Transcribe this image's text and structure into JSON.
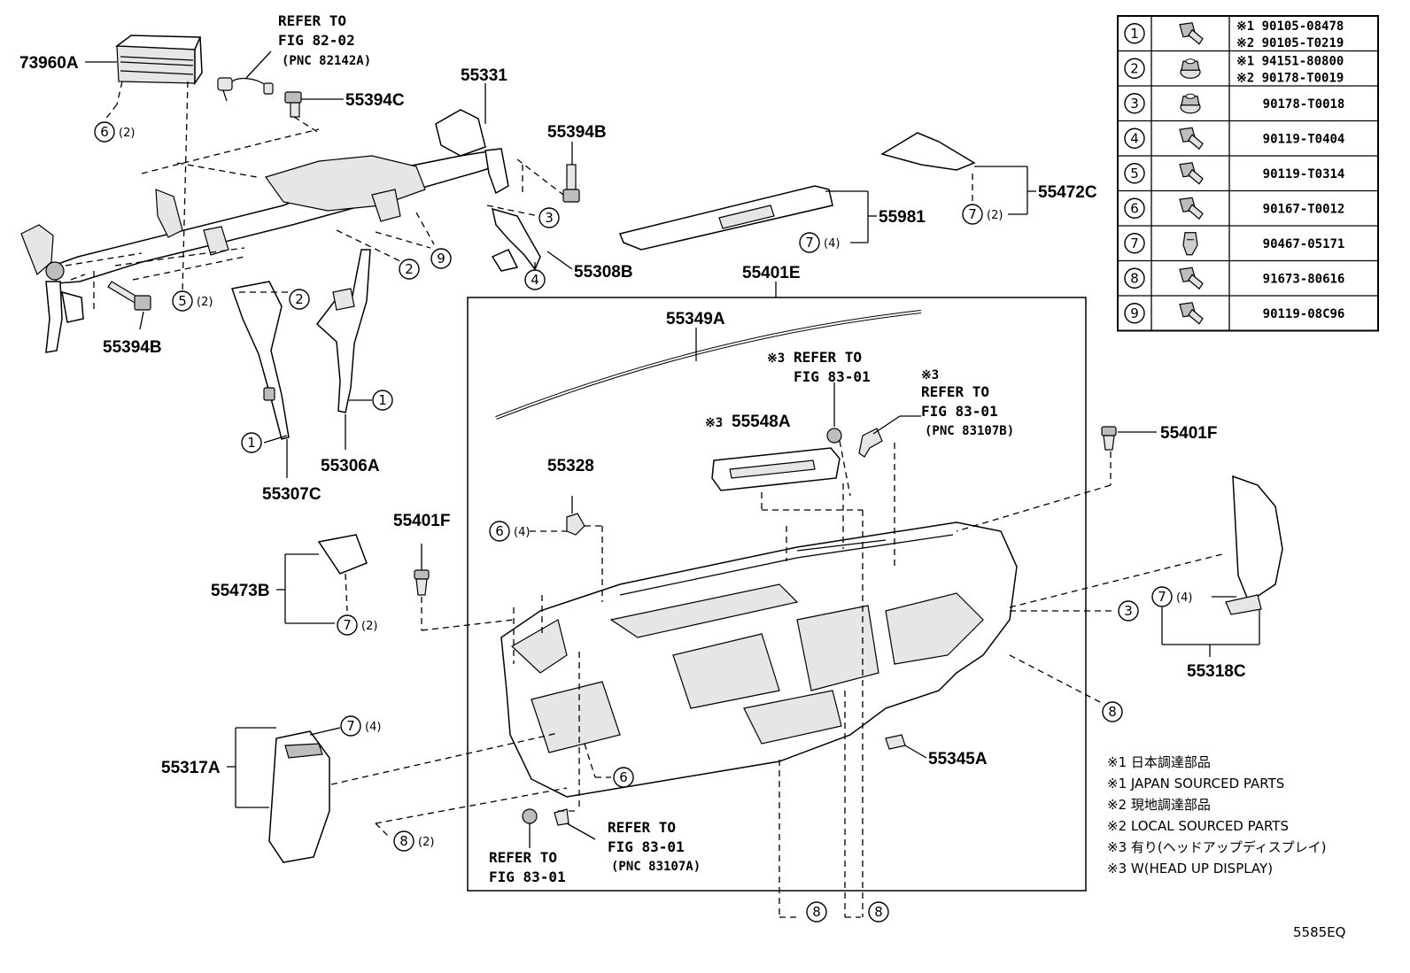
{
  "labels": {
    "p73960A": "73960A",
    "p55394C": "55394C",
    "p55331": "55331",
    "p55394B_top": "55394B",
    "p55394B_left": "55394B",
    "p55308B": "55308B",
    "p55307C": "55307C",
    "p55306A": "55306A",
    "p55981": "55981",
    "p55472C": "55472C",
    "p55401E": "55401E",
    "p55349A": "55349A",
    "p55548A": "55548A",
    "p55328": "55328",
    "p55401F_right": "55401F",
    "p55401F_left": "55401F",
    "p55473B": "55473B",
    "p55318C": "55318C",
    "p55317A": "55317A",
    "p55345A": "55345A",
    "mark3": "※3"
  },
  "refs": {
    "r82_line1": "REFER TO",
    "r82_line2": "FIG 82-02",
    "r82_line3": "(PNC 82142A)",
    "r8301a_line1": "REFER TO",
    "r8301a_line2": "FIG 83-01",
    "r8301b_mark": "※3",
    "r8301b_line1": "REFER TO",
    "r8301b_line2": "FIG 83-01",
    "r8301b_line3": "(PNC 83107B)",
    "r8301c_line1": "REFER TO",
    "r8301c_line2": "FIG 83-01",
    "r8301c_line3": "(PNC 83107A)",
    "r8301d_line1": "REFER TO",
    "r8301d_line2": "FIG 83-01"
  },
  "callouts": {
    "c6_top": "6",
    "q6_top": "(2)",
    "c5": "5",
    "q5": "(2)",
    "c2_a": "2",
    "c2_b": "2",
    "c9": "9",
    "c3_top": "3",
    "c4": "4",
    "c1_a": "1",
    "c1_b": "1",
    "c7_55981": "7",
    "q7_55981": "(4)",
    "c7_55472C": "7",
    "q7_55472C": "(2)",
    "c6_55328": "6",
    "q6_55328": "(4)",
    "c7_55473B": "7",
    "q7_55473B": "(2)",
    "c3_right": "3",
    "c7_55318C": "7",
    "q7_55318C": "(4)",
    "c8_right": "8",
    "c6_bottom": "6",
    "c7_55317A": "7",
    "q7_55317A": "(4)",
    "c8_left": "8",
    "q8_left": "(2)",
    "c8_bot1": "8",
    "c8_bot2": "8"
  },
  "table": {
    "rows": [
      {
        "num": "1",
        "icon": "hex-flange-bolt-icon",
        "lines": [
          "※1 90105-08478",
          "※2 90105-T0219"
        ]
      },
      {
        "num": "2",
        "icon": "hex-flange-nut-icon",
        "lines": [
          "※1 94151-80800",
          "※2 90178-T0019"
        ]
      },
      {
        "num": "3",
        "icon": "hex-flange-nut-icon",
        "lines": [
          "90178-T0018"
        ]
      },
      {
        "num": "4",
        "icon": "hex-flange-bolt-icon",
        "lines": [
          "90119-T0404"
        ]
      },
      {
        "num": "5",
        "icon": "hex-flange-bolt-icon",
        "lines": [
          "90119-T0314"
        ]
      },
      {
        "num": "6",
        "icon": "hex-flange-bolt-icon",
        "lines": [
          "90167-T0012"
        ]
      },
      {
        "num": "7",
        "icon": "clip-icon",
        "lines": [
          "90467-05171"
        ]
      },
      {
        "num": "8",
        "icon": "hex-flange-bolt-icon",
        "lines": [
          "91673-80616"
        ]
      },
      {
        "num": "9",
        "icon": "hex-flange-bolt-icon",
        "lines": [
          "90119-08C96"
        ]
      }
    ]
  },
  "notes": [
    "※1 日本調達部品",
    "※1 JAPAN SOURCED PARTS",
    "※2 現地調達部品",
    "※2 LOCAL SOURCED PARTS",
    "※3 有り(ヘッドアップディスプレイ)",
    "※3 W(HEAD UP DISPLAY)"
  ],
  "figure_code": "5585EQ"
}
